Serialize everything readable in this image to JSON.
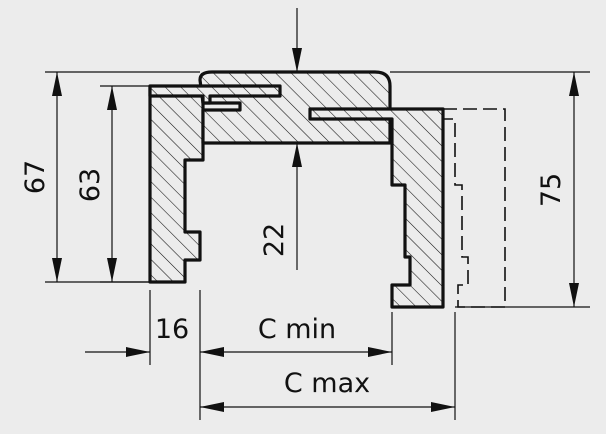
{
  "colors": {
    "background": "#ececec",
    "line": "#111111"
  },
  "dimensions": {
    "h67": "67",
    "h63": "63",
    "h75": "75",
    "d22": "22",
    "w16": "16",
    "cmin": "C min",
    "cmax": "C max"
  }
}
